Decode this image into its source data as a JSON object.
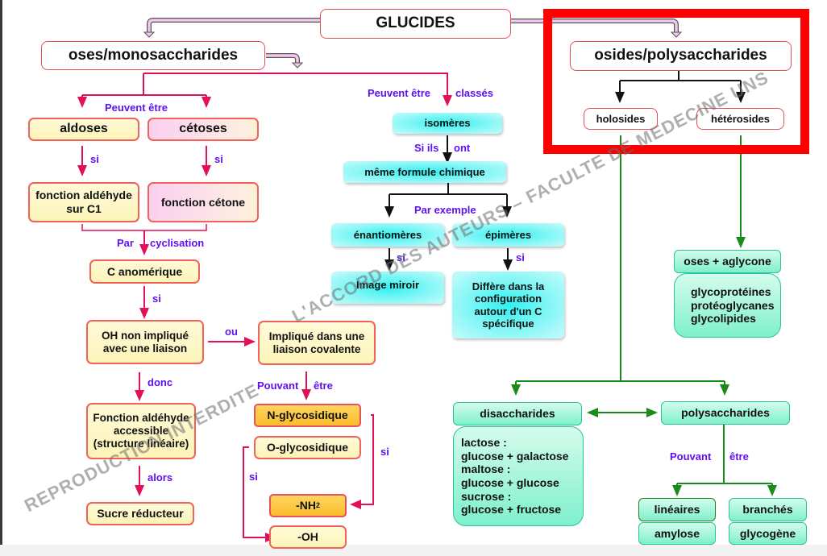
{
  "diagram": {
    "title": "GLUCIDES",
    "colors": {
      "highlight_frame": "#ff0000",
      "label_text": "#6010f0",
      "left_arrows": "#e0105a",
      "right_arrows": "#1a8a1a",
      "box_border": "#f0625a"
    },
    "oses": {
      "title": "oses/monosaccharides",
      "peuvent_etre": "Peuvent être",
      "aldoses": "aldoses",
      "cetoses": "cétoses",
      "si_left": "si",
      "si_right": "si",
      "fonction_aldehyde": "fonction aldéhyde sur C1",
      "fonction_cetone": "fonction cétone",
      "par": "Par",
      "cyclisation": "cyclisation",
      "c_anomerique": "C anomérique",
      "si_anomerique": "si",
      "oh_non_implique": "OH non impliqué avec une liaison",
      "ou": "ou",
      "implique": "Impliqué dans une liaison covalente",
      "donc": "donc",
      "fonction_accessible": "Fonction aldéhyde accessible (structure linéaire)",
      "alors": "alors",
      "sucre_reducteur": "Sucre réducteur",
      "pouvant": "Pouvant",
      "etre": "être",
      "n_glycosidique": "N-glycosidique",
      "o_glycosidique": "O-glycosidique",
      "si_n": "si",
      "si_o": "si",
      "nh2": "-NH",
      "nh2_sub": "2",
      "oh": "-OH"
    },
    "isomeres": {
      "peuvent_etre": "Peuvent être",
      "classes": "classés",
      "isomeres": "isomères",
      "si_ils": "Si ils",
      "ont": "ont",
      "meme_formule": "même formule chimique",
      "par_exemple": "Par exemple",
      "enantiomeres": "énantiomères",
      "epimeres": "épimères",
      "si_en": "si",
      "si_ep": "si",
      "image_miroir": "Image miroir",
      "differe": "Diffère dans la configuration autour d'un C spécifique"
    },
    "osides": {
      "title": "osides/polysaccharides",
      "holosides": "holosides",
      "heterosides": "hétérosides",
      "oses_aglycone": "oses + aglycone",
      "hetero_examples": [
        "glycoprotéines",
        "protéoglycanes",
        "glycolipides"
      ],
      "disaccharides": "disaccharides",
      "disaccharide_examples": [
        "lactose :",
        "glucose + galactose",
        "maltose :",
        "glucose + glucose",
        "sucrose :",
        "glucose + fructose"
      ],
      "polysaccharides": "polysaccharides",
      "pouvant": "Pouvant",
      "etre": "être",
      "lineaires": "linéaires",
      "amylose": "amylose",
      "branches": "branchés",
      "glycogene": "glycogène"
    },
    "watermark": {
      "part1": "REPRODUCTION INTERDITE",
      "part2": "L'ACCORD DES AUTEURS – FACULTE DE MEDECINE UNS"
    }
  }
}
